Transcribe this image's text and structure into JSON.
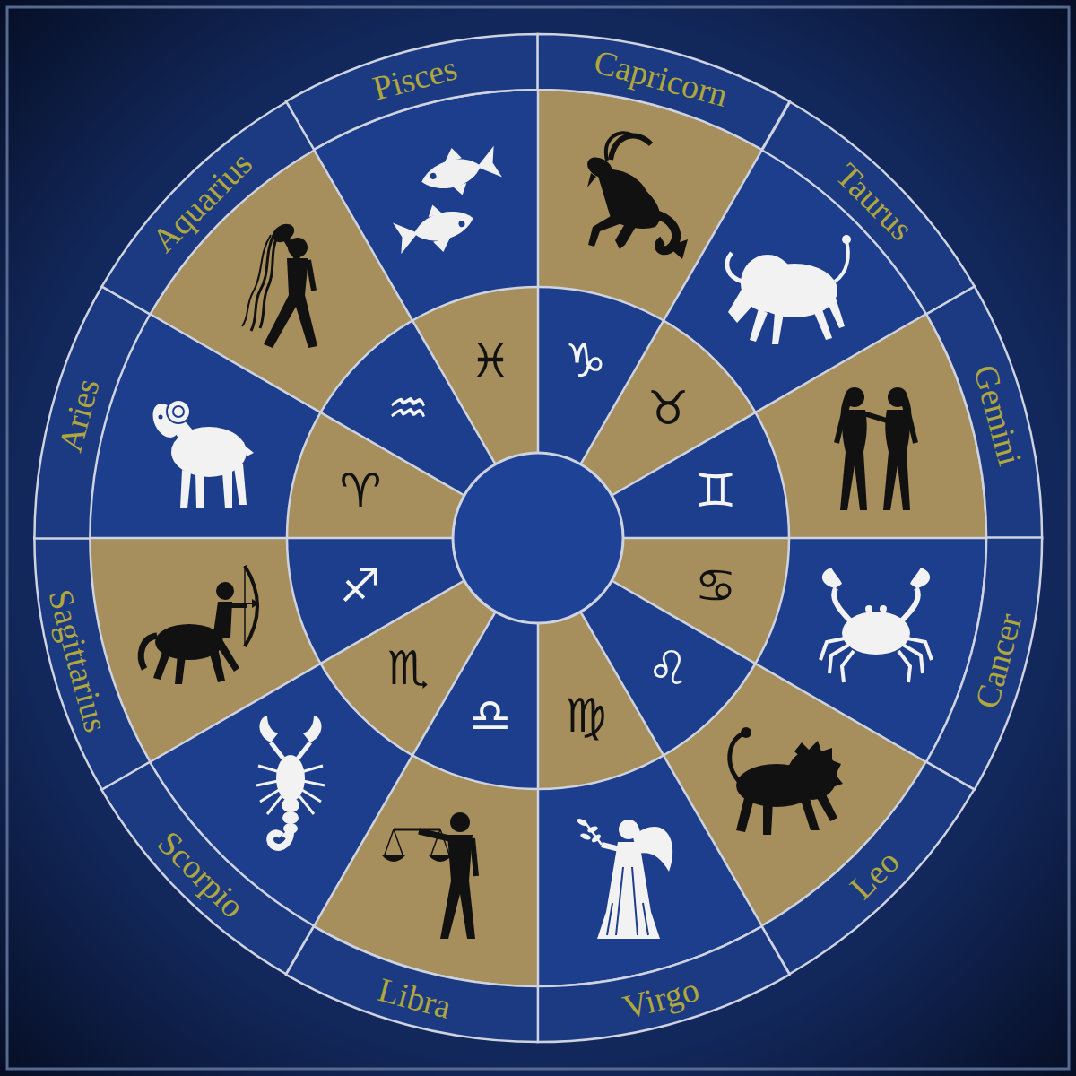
{
  "diagram": {
    "nodes": [
      {
        "text": [
          "Pisces"
        ]
      },
      {
        "text": [
          "Capricorn"
        ]
      },
      {
        "text": [
          "Taurus"
        ]
      },
      {
        "text": [
          "Gemini"
        ]
      },
      {
        "text": [
          "Cancer"
        ]
      },
      {
        "text": [
          "Leo"
        ]
      },
      {
        "text": [
          "Virgo"
        ]
      },
      {
        "text": [
          "Libra"
        ]
      },
      {
        "text": [
          "Scorpio"
        ]
      },
      {
        "text": [
          "Sagittarius"
        ]
      },
      {
        "text": [
          "Aries"
        ]
      },
      {
        "text": [
          "Aquarius"
        ]
      }
    ],
    "labels": [
      "♓",
      "♑",
      "♉",
      "♊",
      "♋",
      "♌",
      "♍",
      "♎",
      "♏",
      "♐",
      "♈",
      "♒"
    ]
  }
}
